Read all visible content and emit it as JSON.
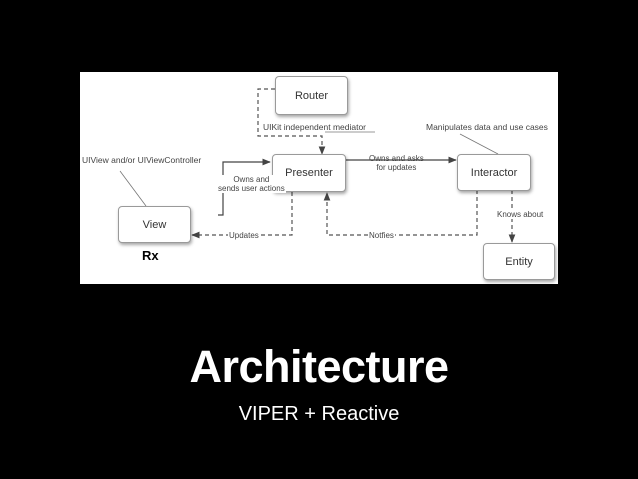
{
  "slide": {
    "title": "Architecture",
    "subtitle": "VIPER + Reactive"
  },
  "diagram": {
    "nodes": {
      "router": "Router",
      "presenter": "Presenter",
      "interactor": "Interactor",
      "view": "View",
      "entity": "Entity"
    },
    "annotations": {
      "router_note": "UIKit independent mediator",
      "interactor_note": "Manipulates data and use cases",
      "view_note": "UIView and/or UIViewController",
      "rx_note": "Rx"
    },
    "edges": {
      "view_to_presenter": [
        "Owns and",
        "sends user actions"
      ],
      "presenter_to_interactor": [
        "Owns and asks",
        "for updates"
      ],
      "presenter_to_view": "Updates",
      "interactor_to_presenter": "Notfies",
      "interactor_to_entity": "Knows about"
    }
  }
}
